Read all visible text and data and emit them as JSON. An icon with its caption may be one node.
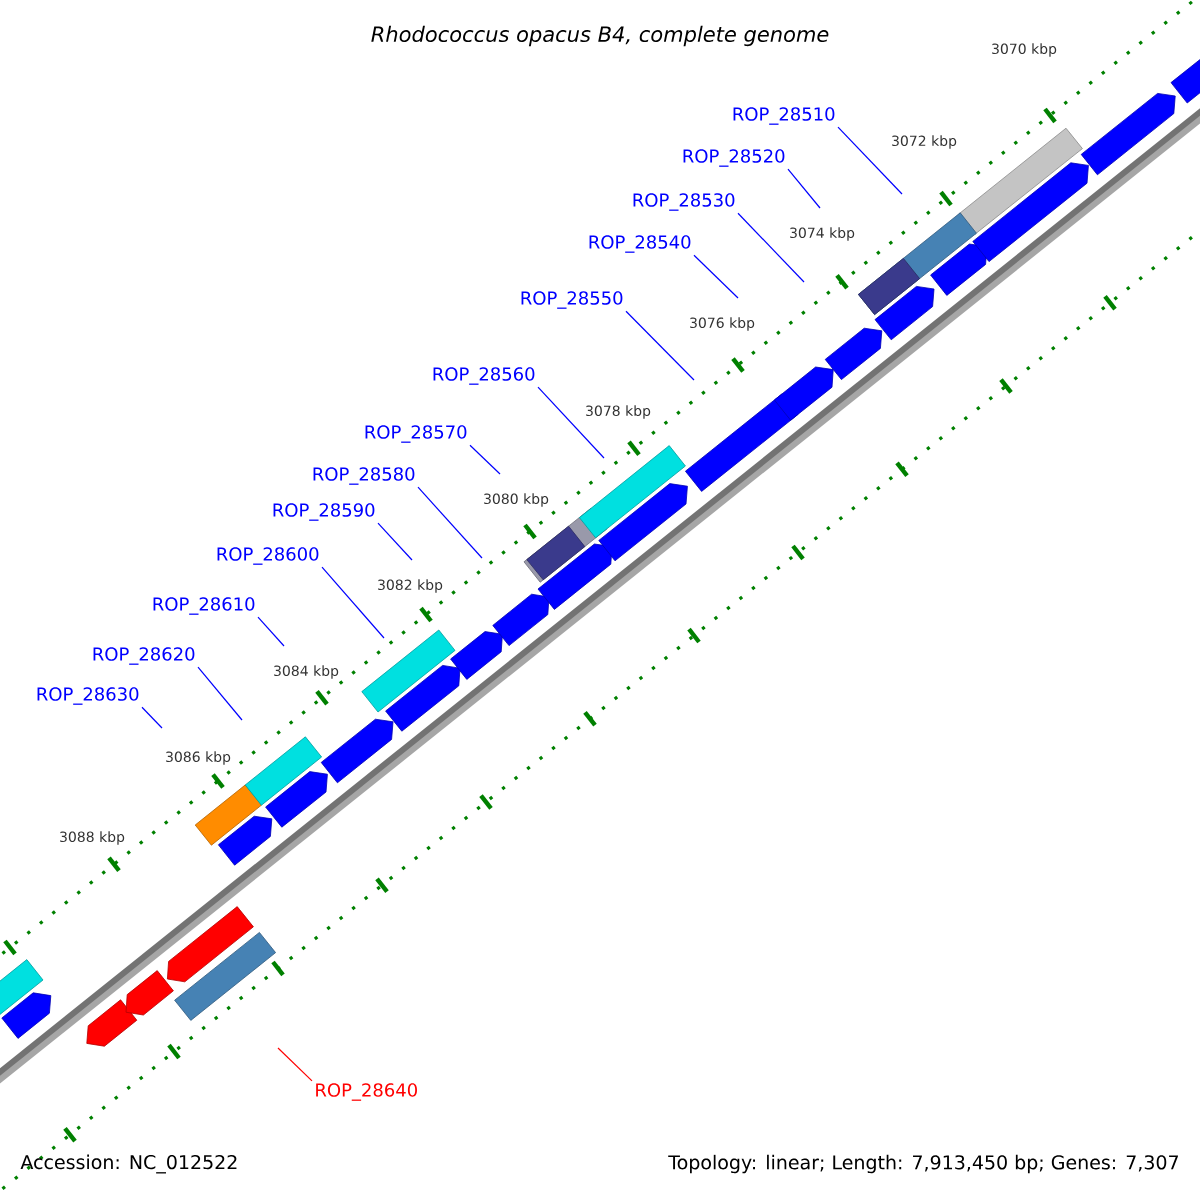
{
  "diagram": {
    "title": "Rhodococcus opacus B4, complete genome",
    "nodes": [
      {
        "text": [
          "ROP_28510"
        ]
      },
      {
        "text": [
          "ROP_28520"
        ]
      },
      {
        "text": [
          "ROP_28530"
        ]
      },
      {
        "text": [
          "ROP_28540"
        ]
      },
      {
        "text": [
          "ROP_28550"
        ]
      },
      {
        "text": [
          "ROP_28560"
        ]
      },
      {
        "text": [
          "ROP_28570"
        ]
      },
      {
        "text": [
          "ROP_28580"
        ]
      },
      {
        "text": [
          "ROP_28590"
        ]
      },
      {
        "text": [
          "ROP_28600"
        ]
      },
      {
        "text": [
          "ROP_28610"
        ]
      },
      {
        "text": [
          "ROP_28620"
        ]
      },
      {
        "text": [
          "ROP_28630"
        ]
      },
      {
        "text": [
          "ROP_28640"
        ]
      }
    ],
    "edges": [
      {
        "from": 0,
        "to": null,
        "arrow": "none"
      },
      {
        "from": 1,
        "to": null,
        "arrow": "none"
      },
      {
        "from": 2,
        "to": null,
        "arrow": "none"
      },
      {
        "from": 3,
        "to": null,
        "arrow": "none"
      },
      {
        "from": 4,
        "to": null,
        "arrow": "none"
      },
      {
        "from": 5,
        "to": null,
        "arrow": "none"
      },
      {
        "from": 6,
        "to": null,
        "arrow": "none"
      },
      {
        "from": 7,
        "to": null,
        "arrow": "none"
      },
      {
        "from": 8,
        "to": null,
        "arrow": "none"
      },
      {
        "from": 9,
        "to": null,
        "arrow": "none"
      },
      {
        "from": 10,
        "to": null,
        "arrow": "none"
      },
      {
        "from": 11,
        "to": null,
        "arrow": "none"
      },
      {
        "from": 12,
        "to": null,
        "arrow": "none"
      },
      {
        "from": 13,
        "to": null,
        "arrow": "none",
        "color": "#ff0000"
      }
    ],
    "labels": [
      "3070 kbp",
      "3072 kbp",
      "3074 kbp",
      "3076 kbp",
      "3078 kbp",
      "3080 kbp",
      "3082 kbp",
      "3084 kbp",
      "3086 kbp",
      "3088 kbp",
      "Accession: NC_012522",
      "Topology: linear; Length: 7,913,450 bp; Genes: 7,307"
    ]
  }
}
